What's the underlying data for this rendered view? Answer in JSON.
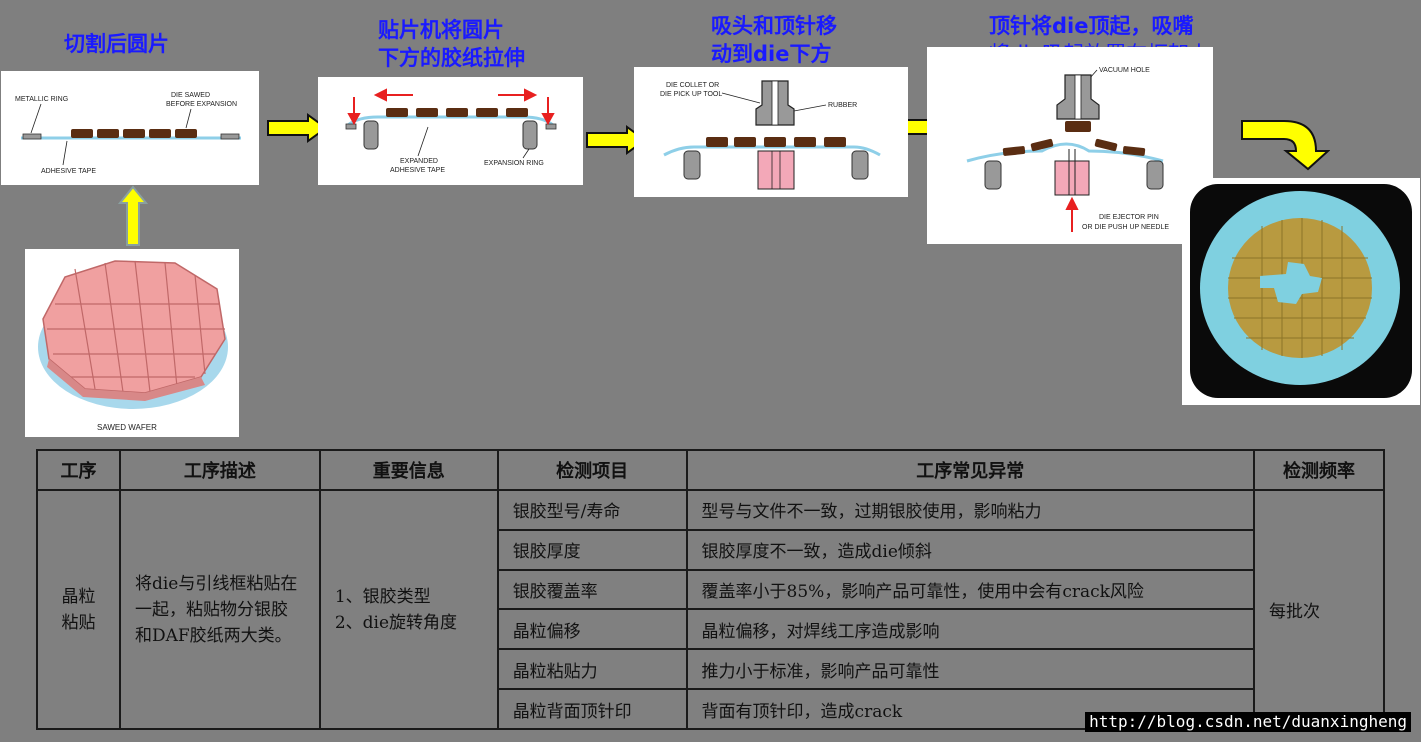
{
  "steps": [
    {
      "title_line1": "切割后圆片",
      "title_line2": ""
    },
    {
      "title_line1": "贴片机将圆片",
      "title_line2": "下方的胶纸拉伸"
    },
    {
      "title_line1": "吸头和顶针移",
      "title_line2": "动到die下方"
    },
    {
      "title_line1": "顶针将die顶起，吸嘴",
      "title_line2": "将die吸起放置在框架上"
    }
  ],
  "panel1": {
    "metallic_ring": "METALLIC RING",
    "die_sawed_1": "DIE SAWED",
    "die_sawed_2": "BEFORE EXPANSION",
    "adhesive_tape": "ADHESIVE TAPE"
  },
  "panel2": {
    "expanded_1": "EXPANDED",
    "expanded_2": "ADHESIVE TAPE",
    "expansion_ring": "EXPANSION RING"
  },
  "panel3": {
    "collet_1": "DIE COLLET OR",
    "collet_2": "DIE PICK UP TOOL",
    "rubber": "RUBBER"
  },
  "panel4": {
    "vacuum_hole": "VACUUM HOLE",
    "ejector_1": "DIE EJECTOR PIN",
    "ejector_2": "OR DIE PUSH UP NEEDLE"
  },
  "wafer": {
    "label": "SAWED WAFER"
  },
  "colors": {
    "title_blue": "#1a1aff",
    "arrow_yellow": "#ffff00",
    "die_brown": "#5a2d12",
    "tape_blue": "#8ecfe8",
    "pin_pink": "#f3a8b8"
  },
  "table": {
    "headers": [
      "工序",
      "工序描述",
      "重要信息",
      "检测项目",
      "工序常见异常",
      "检测频率"
    ],
    "process": "晶粒\n粘贴",
    "description": "将die与引线框粘贴在一起，粘贴物分银胶和DAF胶纸两大类。",
    "key_info_1": "1、银胶类型",
    "key_info_2": "2、die旋转角度",
    "rows": [
      {
        "item": "银胶型号/寿命",
        "issue": "型号与文件不一致，过期银胶使用，影响粘力"
      },
      {
        "item": "银胶厚度",
        "issue": "银胶厚度不一致，造成die倾斜"
      },
      {
        "item": "银胶覆盖率",
        "issue": "覆盖率小于85%，影响产品可靠性，使用中会有crack风险"
      },
      {
        "item": "晶粒偏移",
        "issue": "晶粒偏移，对焊线工序造成影响"
      },
      {
        "item": "晶粒粘贴力",
        "issue": "推力小于标准，影响产品可靠性"
      },
      {
        "item": "晶粒背面顶针印",
        "issue": "背面有顶针印，造成crack"
      }
    ],
    "frequency": "每批次"
  },
  "watermark": "http://blog.csdn.net/duanxingheng"
}
